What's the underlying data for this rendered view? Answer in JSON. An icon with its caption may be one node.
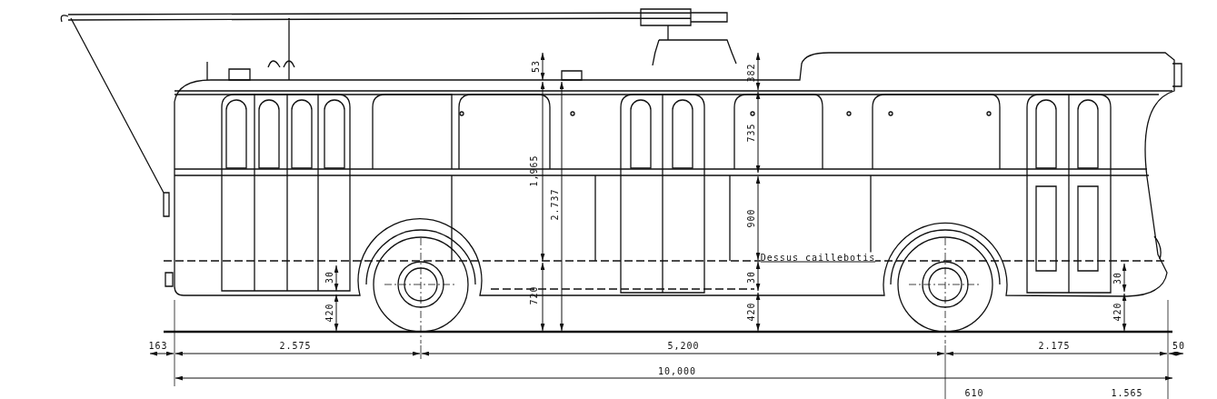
{
  "diagram": {
    "labels": [
      "53",
      "382",
      "1,965",
      "2.737",
      "735",
      "900",
      "Dessus caillebotis",
      "30",
      "720",
      "30",
      "420",
      "420",
      "30",
      "420",
      "163",
      "2.575",
      "5,200",
      "2.175",
      "50",
      "10,000",
      "610",
      "1.565"
    ]
  }
}
